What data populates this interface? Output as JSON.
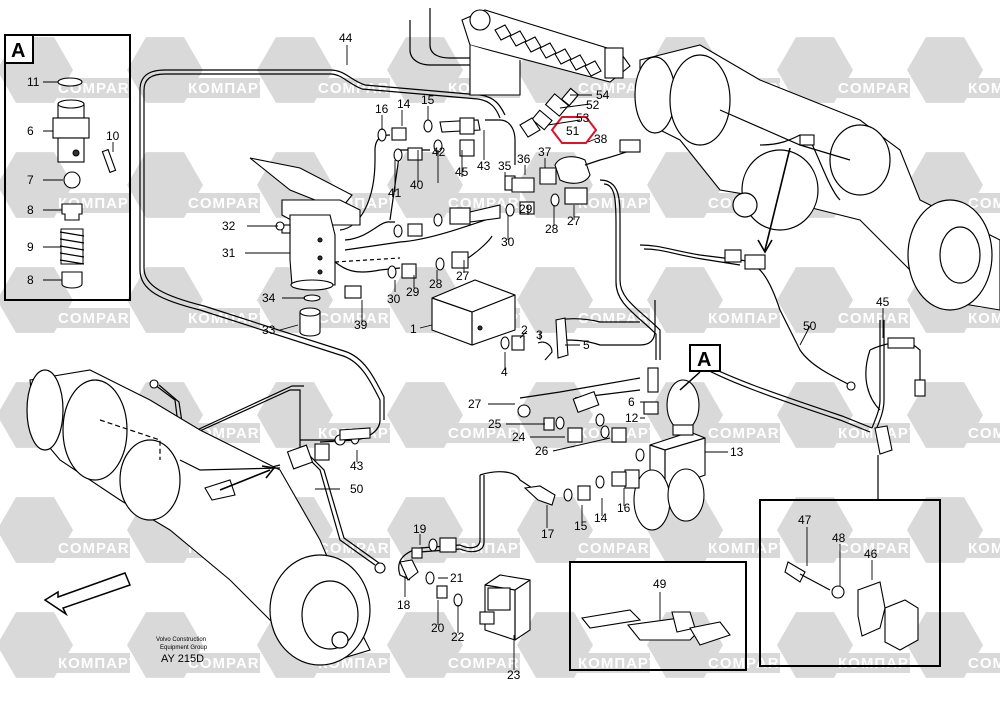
{
  "watermark": {
    "latin": "COMPART",
    "cyrillic": "КОМПАРТ"
  },
  "insets": {
    "detail_a_tag": "A",
    "callout_a_tag": "A"
  },
  "footer": {
    "company_line1": "Volvo Construction",
    "company_line2": "Equipment Group",
    "drawing_code": "AY 215D"
  },
  "highlight_color": "#e0102a",
  "parts": {
    "p1": "1",
    "p2": "2",
    "p3": "3",
    "p4": "4",
    "p5": "5",
    "p6a": "6",
    "p6b": "6",
    "p7": "7",
    "p8a": "8",
    "p8b": "8",
    "p9": "9",
    "p10": "10",
    "p11": "11",
    "p12": "12",
    "p13": "13",
    "p14a": "14",
    "p14b": "14",
    "p15a": "15",
    "p15b": "15",
    "p16a": "16",
    "p16b": "16",
    "p17": "17",
    "p18": "18",
    "p19": "19",
    "p20": "20",
    "p21": "21",
    "p22": "22",
    "p23": "23",
    "p24": "24",
    "p25": "25",
    "p26": "26",
    "p27a": "27",
    "p27b": "27",
    "p27c": "27",
    "p28a": "28",
    "p28b": "28",
    "p29a": "29",
    "p29b": "29",
    "p30a": "30",
    "p30b": "30",
    "p31": "31",
    "p32": "32",
    "p33": "33",
    "p34": "34",
    "p35": "35",
    "p36": "36",
    "p37": "37",
    "p38": "38",
    "p39": "39",
    "p40": "40",
    "p41": "41",
    "p42": "42",
    "p43a": "43",
    "p43b": "43",
    "p44": "44",
    "p45a": "45",
    "p45b": "45",
    "p46": "46",
    "p47": "47",
    "p48": "48",
    "p49": "49",
    "p50a": "50",
    "p50b": "50",
    "p51": "51",
    "p52": "52",
    "p53": "53",
    "p54": "54"
  }
}
